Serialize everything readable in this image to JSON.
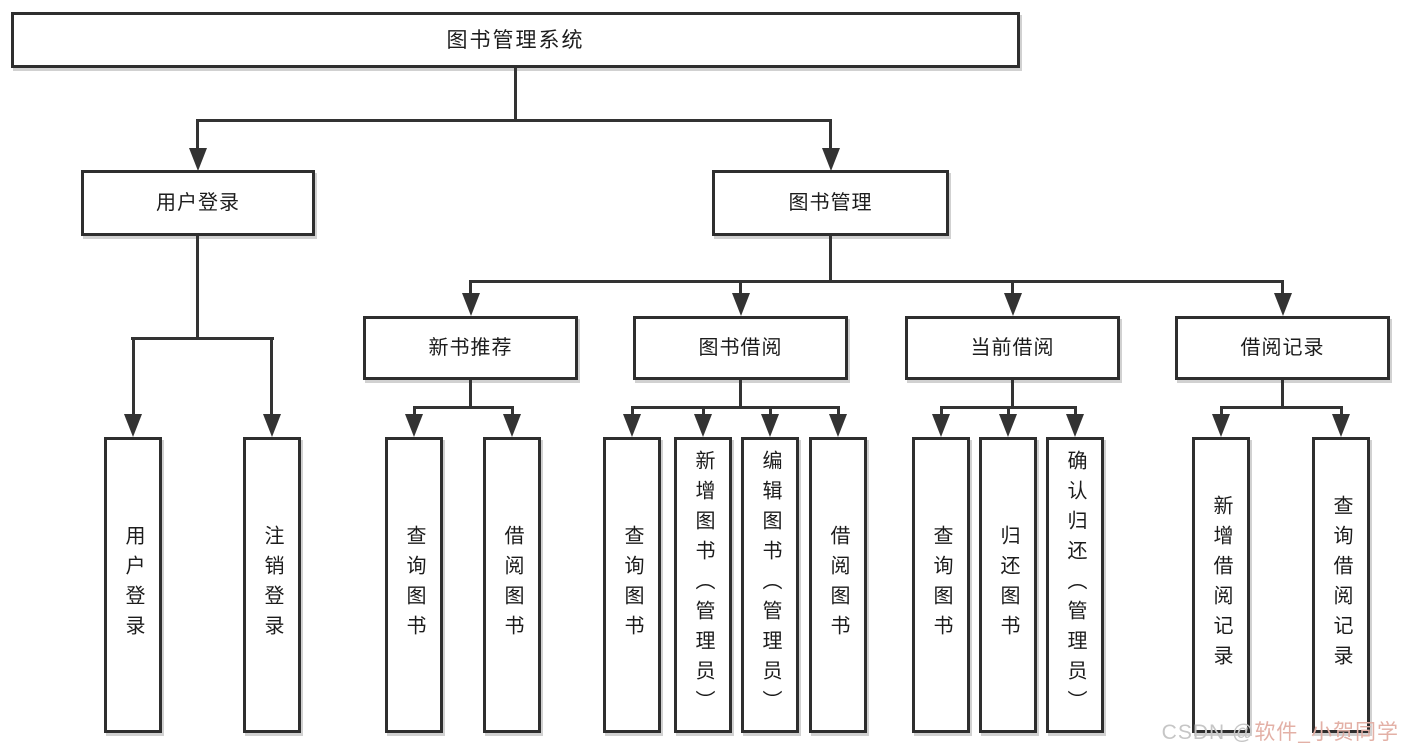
{
  "diagram": {
    "root": "图书管理系统",
    "branches": [
      {
        "label": "用户登录",
        "children": [
          "用户登录",
          "注销登录"
        ]
      },
      {
        "label": "图书管理",
        "groups": [
          {
            "label": "新书推荐",
            "children": [
              "查询图书",
              "借阅图书"
            ]
          },
          {
            "label": "图书借阅",
            "children": [
              "查询图书",
              "新增图书（管理员）",
              "编辑图书（管理员）",
              "借阅图书"
            ]
          },
          {
            "label": "当前借阅",
            "children": [
              "查询图书",
              "归还图书",
              "确认归还（管理员）"
            ]
          },
          {
            "label": "借阅记录",
            "children": [
              "新增借阅记录",
              "查询借阅记录"
            ]
          }
        ]
      }
    ]
  },
  "watermark": {
    "prefix": "CSDN @",
    "author": "软件_小贺同学"
  },
  "colors": {
    "line": "#333333",
    "node_border": "#2e2e2e",
    "text": "#1c1c1c",
    "watermark_gray": "#c6c6c6",
    "watermark_pink": "#e3b0a6"
  }
}
